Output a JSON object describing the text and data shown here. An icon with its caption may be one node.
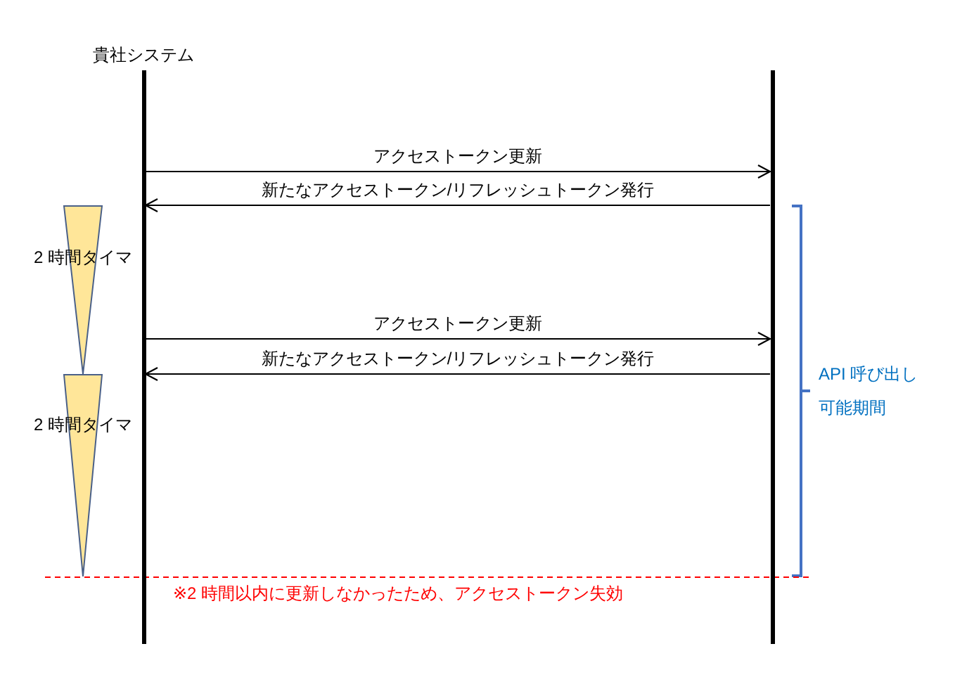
{
  "diagram": {
    "nodes": [
      {
        "text": [
          "貴社システム"
        ]
      },
      {
        "text": [],
        "shape": "bar"
      },
      {
        "text": [
          "2 時間タイマ"
        ]
      },
      {
        "text": [
          "2 時間タイマ"
        ]
      }
    ],
    "edges": [
      {
        "from": 0,
        "to": 1,
        "arrow": "to",
        "label": "アクセストークン更新"
      },
      {
        "from": 1,
        "to": 0,
        "arrow": "to",
        "label": "新たなアクセストークン/リフレッシュトークン発行"
      },
      {
        "from": 0,
        "to": 1,
        "arrow": "to",
        "label": "アクセストークン更新"
      },
      {
        "from": 1,
        "to": 0,
        "arrow": "to",
        "label": "新たなアクセストークン/リフレッシュトークン発行"
      }
    ],
    "labels": [
      "API 呼び出し可能期間",
      "※2 時間以内に更新しなかったため、アクセストークン失効"
    ]
  }
}
